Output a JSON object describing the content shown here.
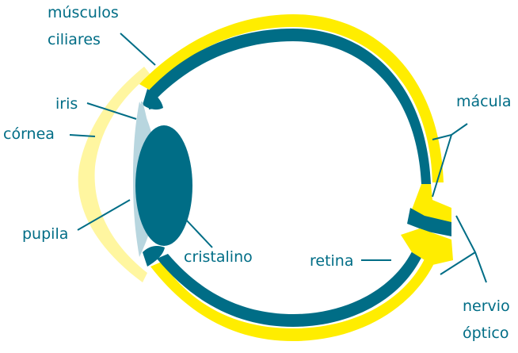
{
  "diagram": {
    "labels": {
      "musculos_ciliares_1": "músculos",
      "musculos_ciliares_2": "ciliares",
      "iris": "iris",
      "cornea": "córnea",
      "pupila": "pupila",
      "cristalino": "cristalino",
      "macula": "mácula",
      "retina": "retina",
      "nervio_optico_1": "nervio",
      "nervio_optico_2": "óptico"
    },
    "colors": {
      "sclera": "#ffed00",
      "choroid": "#006d86",
      "cornea": "#fff6a0",
      "iris": "#b8d6df",
      "lens": "#006d86",
      "label_text": "#006d86",
      "leader_line": "#006d86"
    }
  }
}
